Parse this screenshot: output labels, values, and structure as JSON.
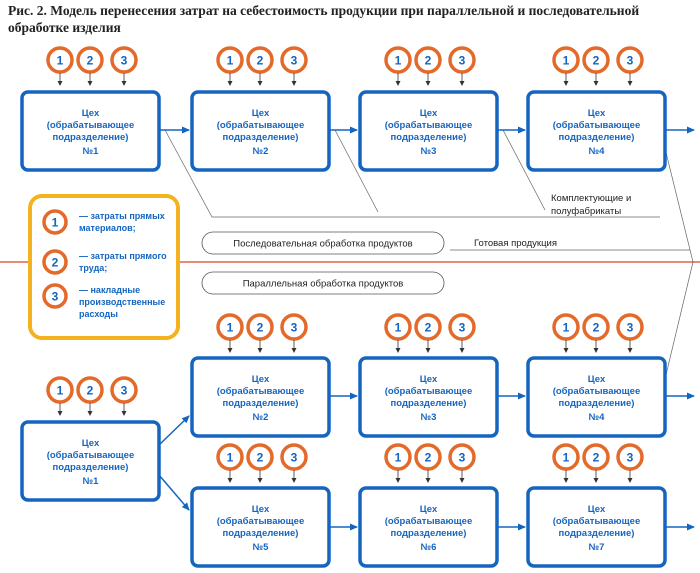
{
  "title": "Рис. 2. Модель перенесения затрат на себестоимость продукции при параллельной и последовательной обработке изделия",
  "box": {
    "line1": "Цех",
    "line2": "(обрабатывающее",
    "line3": "подразделение)"
  },
  "circle_labels": [
    "1",
    "2",
    "3"
  ],
  "sequential": {
    "units": [
      "№1",
      "№2",
      "№3",
      "№4"
    ]
  },
  "parallel": {
    "units": [
      "№1",
      "№2",
      "№3",
      "№4",
      "№5",
      "№6",
      "№7"
    ]
  },
  "labels": {
    "components_1": "Комплектующие и",
    "components_2": "полуфабрикаты",
    "sequential_pill": "Последовательная обработка продуктов",
    "finished": "Готовая продукция",
    "parallel_pill": "Параллельная обработка продуктов"
  },
  "legend": {
    "items": [
      {
        "num": "1",
        "lines": [
          "— затраты прямых",
          "материалов;"
        ]
      },
      {
        "num": "2",
        "lines": [
          "— затраты прямого",
          "труда;"
        ]
      },
      {
        "num": "3",
        "lines": [
          "— накладные",
          "производственные",
          "расходы"
        ]
      }
    ]
  },
  "colors": {
    "box_border": "#1565c0",
    "circle_border": "#e36a2a",
    "legend_border": "#f5b21f",
    "divider": "#d9442b"
  }
}
